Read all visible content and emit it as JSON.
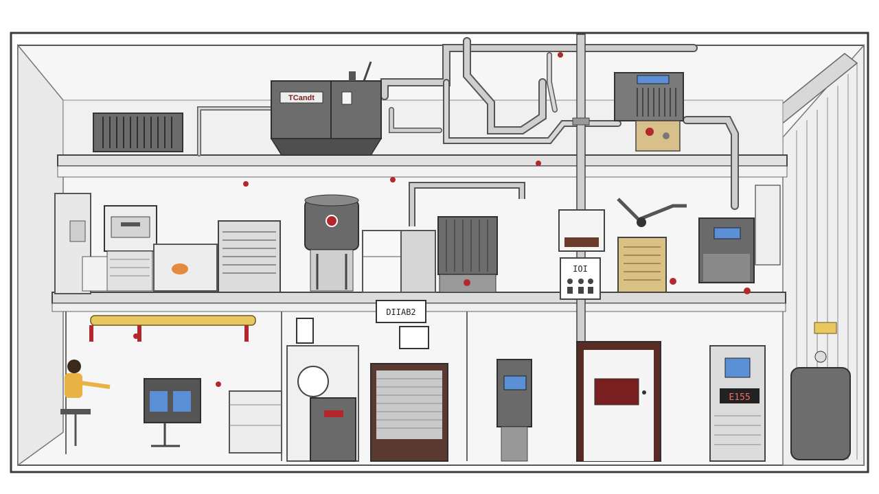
{
  "labels": {
    "top_unit": "TCandt",
    "mid_sign": "DIIAB2",
    "panel_a": "IOI",
    "panel_b": "E155"
  },
  "colors": {
    "wall": "#f4f4f4",
    "outline": "#3a3a3a",
    "pipe": "#b9b9b9",
    "machine_dark": "#6a6a6a",
    "accent_red": "#b3282d",
    "accent_yellow": "#e8c860",
    "screen_blue": "#5b8fd6",
    "door_frame": "#5a2b22"
  }
}
